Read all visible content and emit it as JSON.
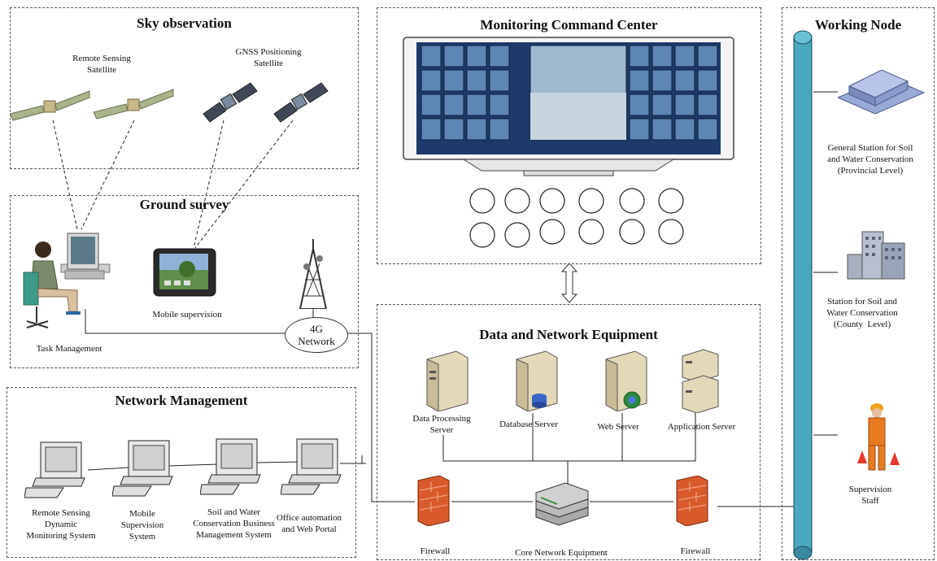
{
  "sky": {
    "title": "Sky observation",
    "remote_sensing_label": "Remote Sensing\nSatellite",
    "gnss_label": "GNSS Positioning\nSatellite"
  },
  "ground": {
    "title": "Ground survey",
    "task_management": "Task Management",
    "mobile_supervision": "Mobile supervision",
    "network_4g": "4G\nNetwork"
  },
  "network_mgmt": {
    "title": "Network Management",
    "systems": [
      {
        "label": "Remote Sensing\nDynamic\nMonitoring System"
      },
      {
        "label": "Mobile\nSupervision\nSystem"
      },
      {
        "label": "Soil and Water\nConservation Business\nManagement System"
      },
      {
        "label": "Office automation\nand Web Portal"
      }
    ]
  },
  "command_center": {
    "title": "Monitoring Command Center"
  },
  "data_equipment": {
    "title": "Data and Network Equipment",
    "servers": [
      {
        "label": "Data Processing\nServer"
      },
      {
        "label": "Database Server"
      },
      {
        "label": "Web Server"
      },
      {
        "label": "Application Server"
      }
    ],
    "firewall_left": "Firewall",
    "core": "Core Network Equipment",
    "firewall_right": "Firewall"
  },
  "working_node": {
    "title": "Working Node",
    "nodes": [
      {
        "label": "General Station for Soil\nand Water Conservation\n(Provincial Level)"
      },
      {
        "label": "Station for Soil and\nWater Conservation\n(County  Level)"
      },
      {
        "label": "Supervision\nStaff"
      }
    ]
  },
  "colors": {
    "pipe": "#4aa8c0",
    "firewall": "#d85a2a",
    "server": "#e3d8b8",
    "screen": "#2c4a78"
  }
}
